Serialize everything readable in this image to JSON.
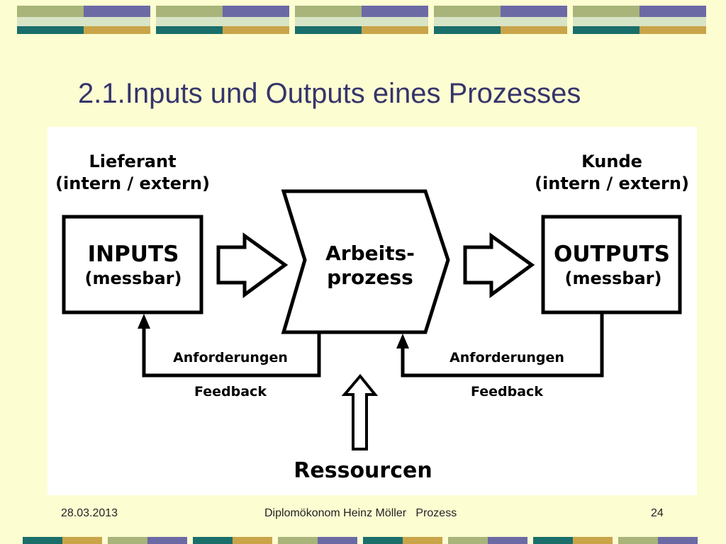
{
  "slide": {
    "title": "2.1.Inputs und Outputs eines Prozesses"
  },
  "diagram": {
    "supplier_title": "Lieferant",
    "supplier_sub": "(intern / extern)",
    "customer_title": "Kunde",
    "customer_sub": "(intern / extern)",
    "inputs_title": "INPUTS",
    "inputs_sub": "(messbar)",
    "process_line1": "Arbeits-",
    "process_line2": "prozess",
    "outputs_title": "OUTPUTS",
    "outputs_sub": "(messbar)",
    "left_req": "Anforderungen",
    "left_feedback": "Feedback",
    "right_req": "Anforderungen",
    "right_feedback": "Feedback",
    "resources": "Ressourcen"
  },
  "footer": {
    "date": "28.03.2013",
    "center": "Diplomökonom Heinz Möller   Prozess",
    "page": "24"
  },
  "colors": {
    "background": "#fdfdd2",
    "title": "#35356b",
    "teal": "#1a6f6b",
    "sage": "#a8b47a",
    "slate": "#6b6aa5",
    "gold": "#c9a449",
    "light": "#d8e4c6"
  }
}
